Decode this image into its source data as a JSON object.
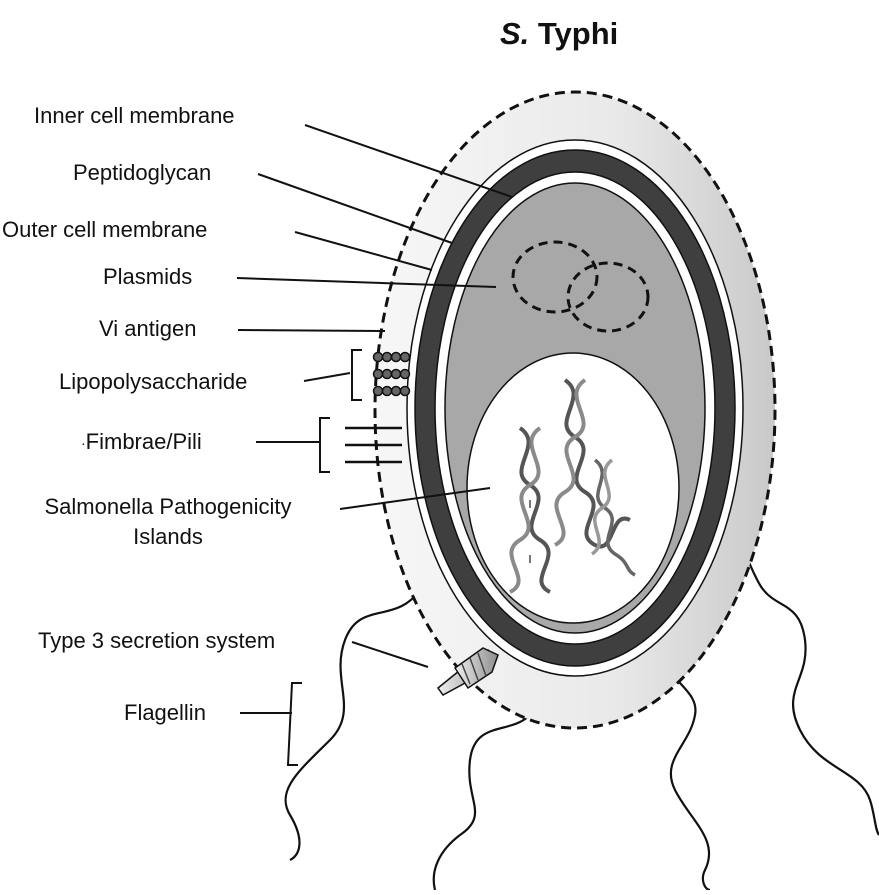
{
  "title": {
    "italic_part": "S.",
    "rest": "Typhi"
  },
  "labels": {
    "inner_membrane": "Inner cell membrane",
    "peptidoglycan": "Peptidoglycan",
    "outer_membrane": "Outer cell membrane",
    "plasmids": "Plasmids",
    "vi_antigen": "Vi antigen",
    "lps": "Lipopolysaccharide",
    "fimbrae": "Fimbrae/Pili",
    "spi_line1": "Salmonella Pathogenicity",
    "spi_line2": "Islands",
    "t3ss": "Type 3 secretion system",
    "flagellin": "Flagellin"
  }
}
